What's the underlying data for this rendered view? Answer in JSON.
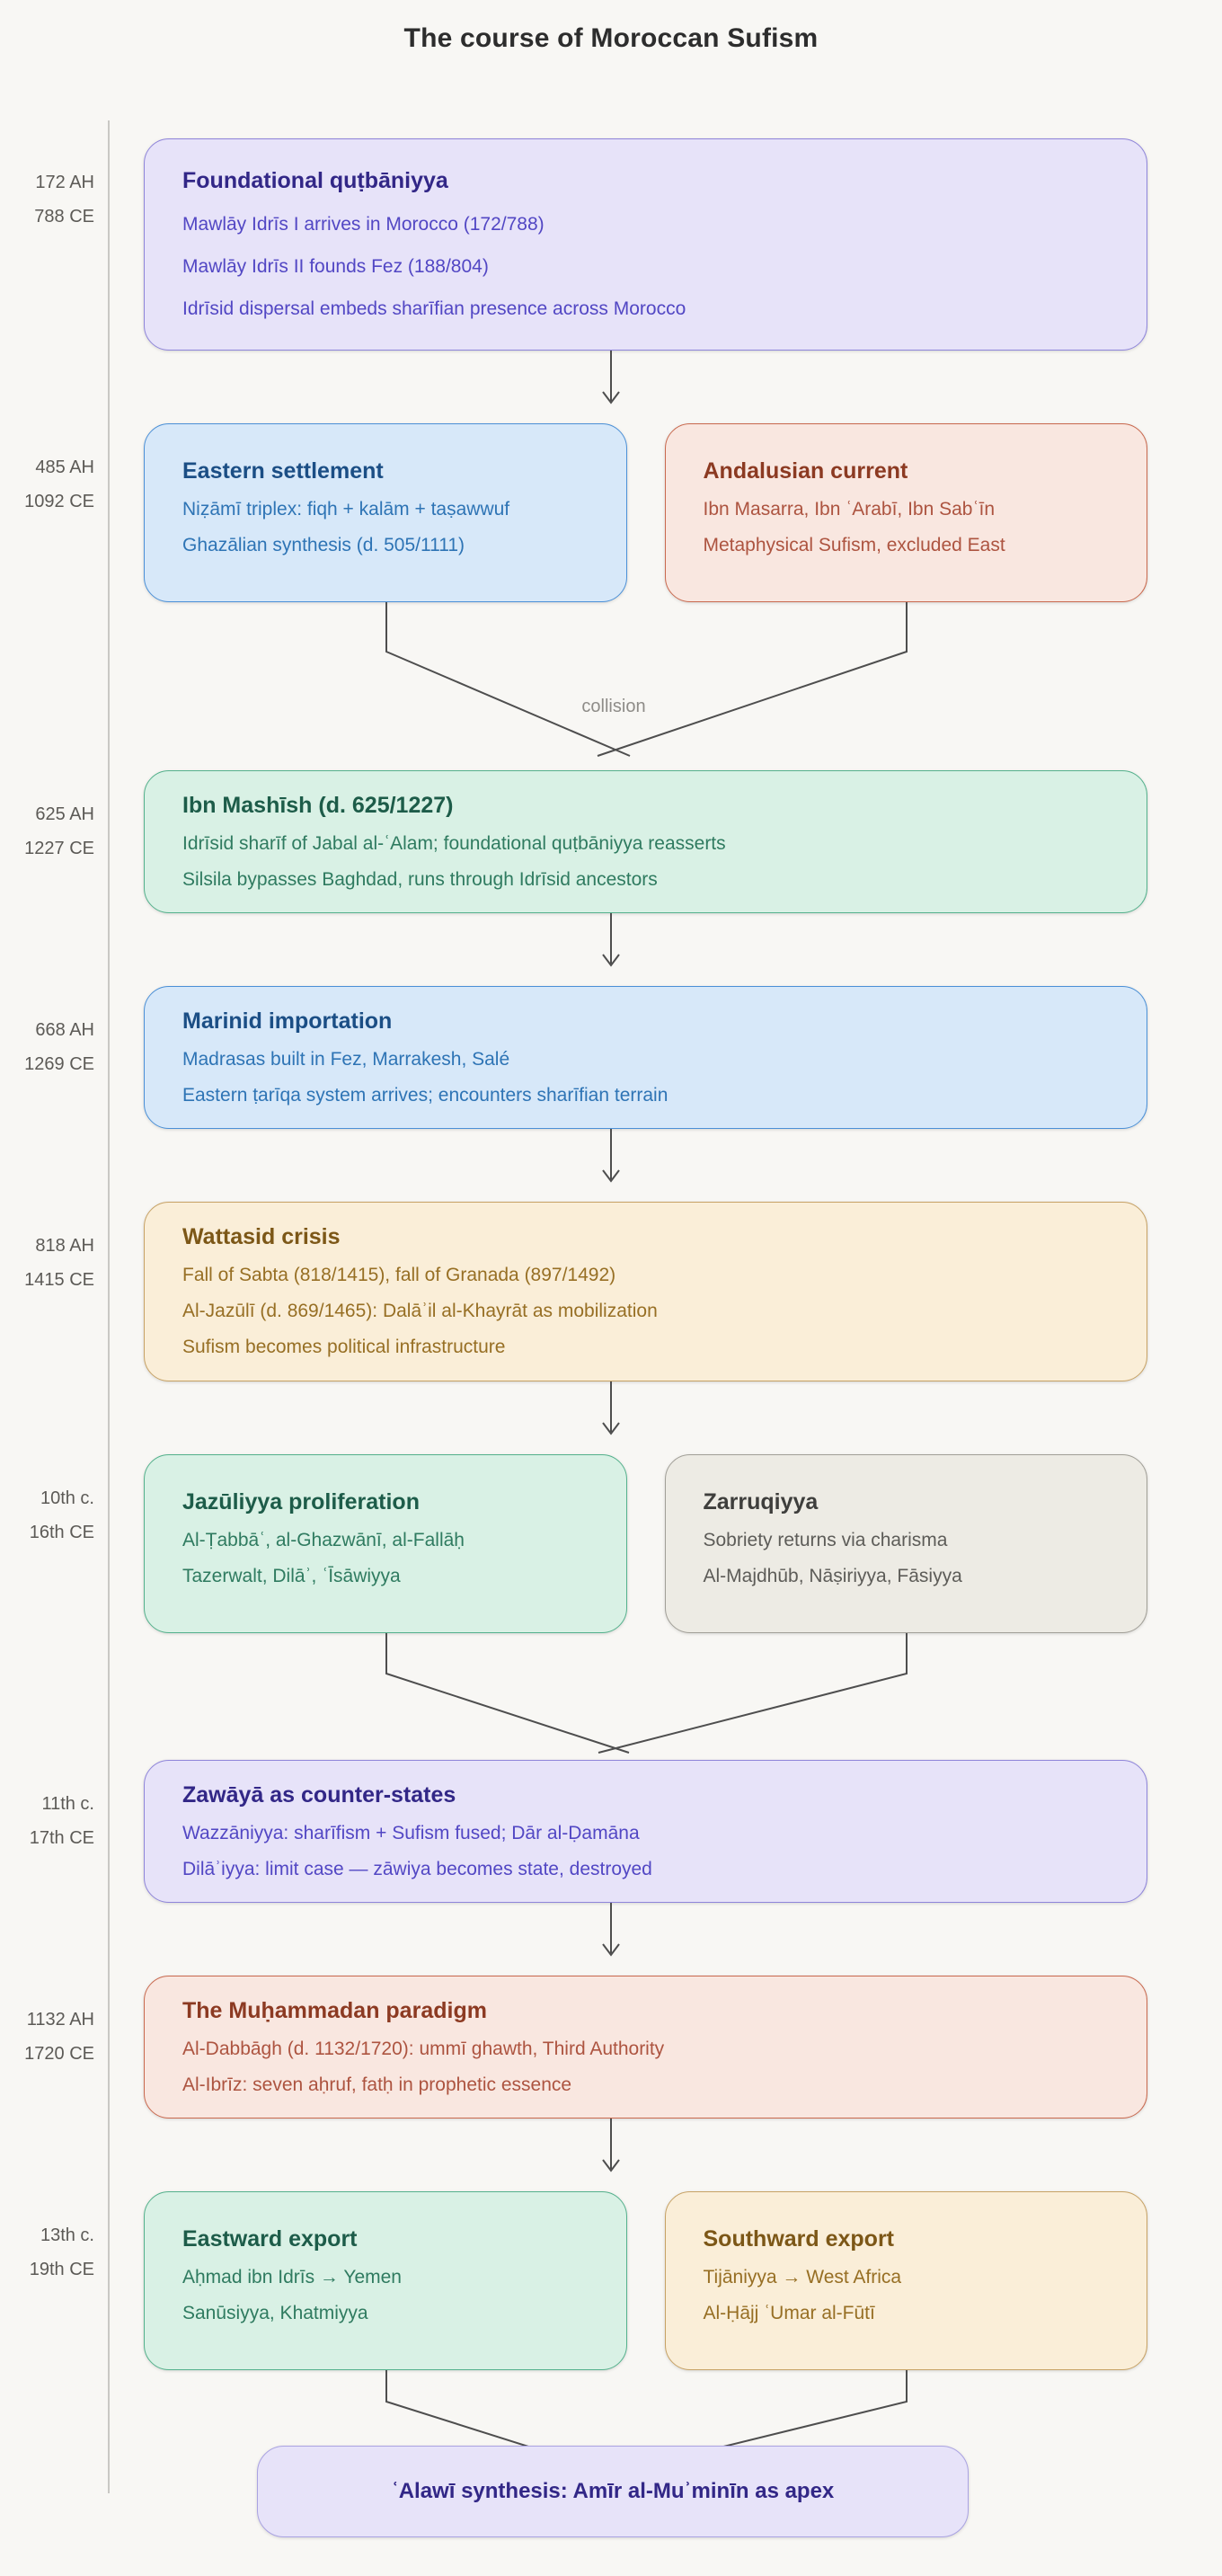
{
  "page_title": "The course of Moroccan Sufism",
  "connectors": {
    "collision_label": "collision"
  },
  "colors": {
    "background": "#f8f7f4",
    "rail": "#c9c8c4",
    "connector_line": "#4e4e4e",
    "purple_box_bg": "#e7e3f9",
    "purple_box_border": "#8f85da",
    "purple_title": "#322787",
    "purple_body": "#5247c4",
    "blue_box_bg": "#d7e8f9",
    "blue_box_border": "#4b90d7",
    "blue_title": "#1b4e85",
    "blue_body": "#2e74b5",
    "red_box_bg": "#f9e7e0",
    "red_box_border": "#c9694e",
    "red_title": "#8c3a22",
    "red_body": "#ad5440",
    "green_box_bg": "#d9f1e5",
    "green_box_border": "#54b18c",
    "green_title": "#1d5c49",
    "green_body": "#2f7b60",
    "orange_box_bg": "#faeed8",
    "orange_box_border": "#c7a265",
    "orange_title": "#7c5717",
    "orange_body": "#976f24",
    "gray_box_bg": "#edebe4",
    "gray_box_border": "#a19f97",
    "gray_title": "#3e3e3c",
    "gray_body": "#5d5c58"
  },
  "stages": {
    "s1": {
      "ah": "172 AH",
      "ce": "788 CE",
      "box": {
        "title": "Foundational quṭbāniyya",
        "lines": [
          "Mawlāy Idrīs I arrives in Morocco (172/788)",
          "Mawlāy Idrīs II founds Fez (188/804)",
          "Idrīsid dispersal embeds sharīfian presence across Morocco"
        ]
      }
    },
    "s2": {
      "ah": "485 AH",
      "ce": "1092 CE",
      "left": {
        "title": "Eastern settlement",
        "lines": [
          "Niẓāmī triplex: fiqh + kalām + taṣawwuf",
          "Ghazālian synthesis (d. 505/1111)"
        ]
      },
      "right": {
        "title": "Andalusian current",
        "lines": [
          "Ibn Masarra, Ibn ʿArabī, Ibn Sabʿīn",
          "Metaphysical Sufism, excluded East"
        ]
      }
    },
    "s3": {
      "ah": "625 AH",
      "ce": "1227 CE",
      "box": {
        "title": "Ibn Mashīsh (d. 625/1227)",
        "lines": [
          "Idrīsid sharīf of Jabal al-ʿAlam; foundational quṭbāniyya reasserts",
          "Silsila bypasses Baghdad, runs through Idrīsid ancestors"
        ]
      }
    },
    "s4": {
      "ah": "668 AH",
      "ce": "1269 CE",
      "box": {
        "title": "Marinid importation",
        "lines": [
          "Madrasas built in Fez, Marrakesh, Salé",
          "Eastern ṭarīqa system arrives; encounters sharīfian terrain"
        ]
      }
    },
    "s5": {
      "ah": "818 AH",
      "ce": "1415 CE",
      "box": {
        "title": "Wattasid crisis",
        "lines": [
          "Fall of Sabta (818/1415), fall of Granada (897/1492)",
          "Al-Jazūlī (d. 869/1465): Dalāʾil al-Khayrāt as mobilization",
          "Sufism becomes political infrastructure"
        ]
      }
    },
    "s6": {
      "ah": "10th c.",
      "ce": "16th CE",
      "left": {
        "title": "Jazūliyya proliferation",
        "lines": [
          "Al-Ṭabbāʿ, al-Ghazwānī, al-Fallāḥ",
          "Tazerwalt, Dilāʾ, ʿĪsāwiyya"
        ]
      },
      "right": {
        "title": "Zarruqiyya",
        "lines": [
          "Sobriety returns via charisma",
          "Al-Majdhūb, Nāṣiriyya, Fāsiyya"
        ]
      }
    },
    "s7": {
      "ah": "11th c.",
      "ce": "17th CE",
      "box": {
        "title": "Zawāyā as counter-states",
        "lines": [
          "Wazzāniyya: sharīfism + Sufism fused; Dār al-Ḍamāna",
          "Dilāʾiyya: limit case — zāwiya becomes state, destroyed"
        ]
      }
    },
    "s8": {
      "ah": "1132 AH",
      "ce": "1720 CE",
      "box": {
        "title": "The Muḥammadan paradigm",
        "lines": [
          "Al-Dabbāgh (d. 1132/1720): ummī ghawth, Third Authority",
          "Al-Ibrīz: seven aḥruf, fatḥ in prophetic essence"
        ]
      }
    },
    "s9": {
      "ah": "13th c.",
      "ce": "19th CE",
      "left": {
        "title": "Eastward export",
        "lines": [
          "Aḥmad ibn Idrīs → Yemen",
          "Sanūsiyya, Khatmiyya"
        ]
      },
      "right": {
        "title": "Southward export",
        "lines": [
          "Tijāniyya → West Africa",
          "Al-Ḥājj ʿUmar al-Fūtī"
        ]
      }
    },
    "final": {
      "title": "ʿAlawī synthesis: Amīr al-Muʾminīn as apex"
    }
  }
}
